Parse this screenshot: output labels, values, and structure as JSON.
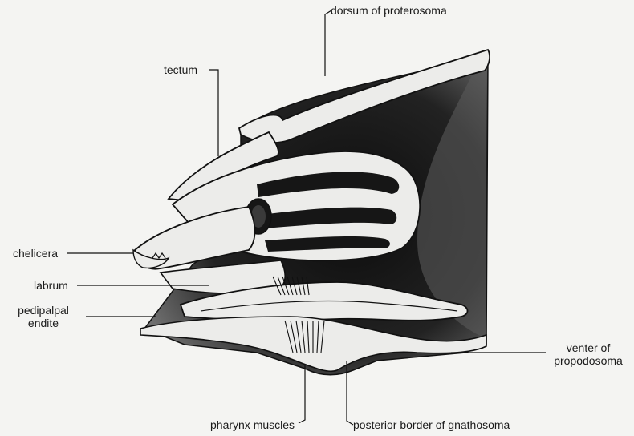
{
  "labels": {
    "dorsum": "dorsum of proterosoma",
    "tectum": "tectum",
    "chelicera": "chelicera",
    "labrum": "labrum",
    "pedipalpal_line1": "pedipalpal",
    "pedipalpal_line2": "endite",
    "venter_line1": "venter of",
    "venter_line2": "propodosoma",
    "pharynx": "pharynx muscles",
    "posterior": "posterior border of gnathosoma"
  }
}
